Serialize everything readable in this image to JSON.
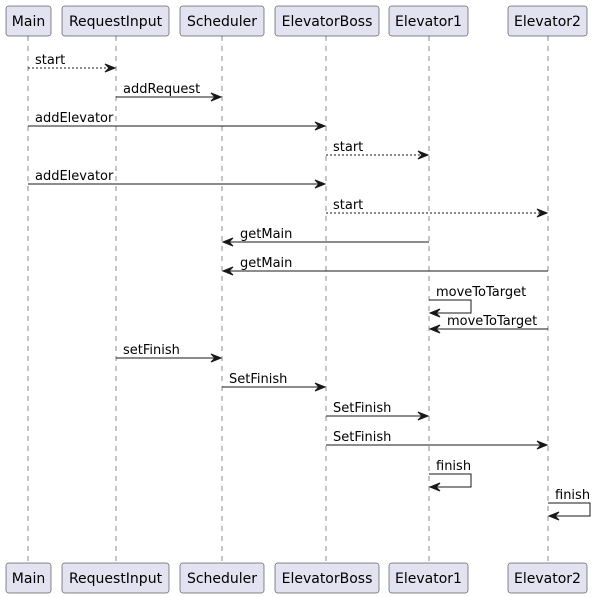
{
  "participants": [
    {
      "id": "main",
      "label": "Main"
    },
    {
      "id": "requestinput",
      "label": "RequestInput"
    },
    {
      "id": "scheduler",
      "label": "Scheduler"
    },
    {
      "id": "elevatorboss",
      "label": "ElevatorBoss"
    },
    {
      "id": "elevator1",
      "label": "Elevator1"
    },
    {
      "id": "elevator2",
      "label": "Elevator2"
    }
  ],
  "messages": [
    {
      "from": "main",
      "to": "requestinput",
      "label": "start",
      "dashed": true
    },
    {
      "from": "requestinput",
      "to": "scheduler",
      "label": "addRequest",
      "dashed": false
    },
    {
      "from": "main",
      "to": "elevatorboss",
      "label": "addElevator",
      "dashed": false
    },
    {
      "from": "elevatorboss",
      "to": "elevator1",
      "label": "start",
      "dashed": true
    },
    {
      "from": "main",
      "to": "elevatorboss",
      "label": "addElevator",
      "dashed": false
    },
    {
      "from": "elevatorboss",
      "to": "elevator2",
      "label": "start",
      "dashed": true
    },
    {
      "from": "elevator1",
      "to": "scheduler",
      "label": "getMain",
      "dashed": false
    },
    {
      "from": "elevator2",
      "to": "scheduler",
      "label": "getMain",
      "dashed": false
    },
    {
      "from": "elevator1",
      "to": "elevator1",
      "label": "moveToTarget",
      "dashed": false
    },
    {
      "from": "elevator2",
      "to": "elevator1",
      "label": "moveToTarget",
      "dashed": false
    },
    {
      "from": "requestinput",
      "to": "scheduler",
      "label": "setFinish",
      "dashed": false
    },
    {
      "from": "scheduler",
      "to": "elevatorboss",
      "label": "SetFinish",
      "dashed": false
    },
    {
      "from": "elevatorboss",
      "to": "elevator1",
      "label": "SetFinish",
      "dashed": false
    },
    {
      "from": "elevatorboss",
      "to": "elevator2",
      "label": "SetFinish",
      "dashed": false
    },
    {
      "from": "elevator1",
      "to": "elevator1",
      "label": "finish",
      "dashed": false
    },
    {
      "from": "elevator2",
      "to": "elevator2",
      "label": "finish",
      "dashed": false
    }
  ],
  "colors": {
    "participant_fill": "#E2E2F0",
    "line": "#181818"
  }
}
